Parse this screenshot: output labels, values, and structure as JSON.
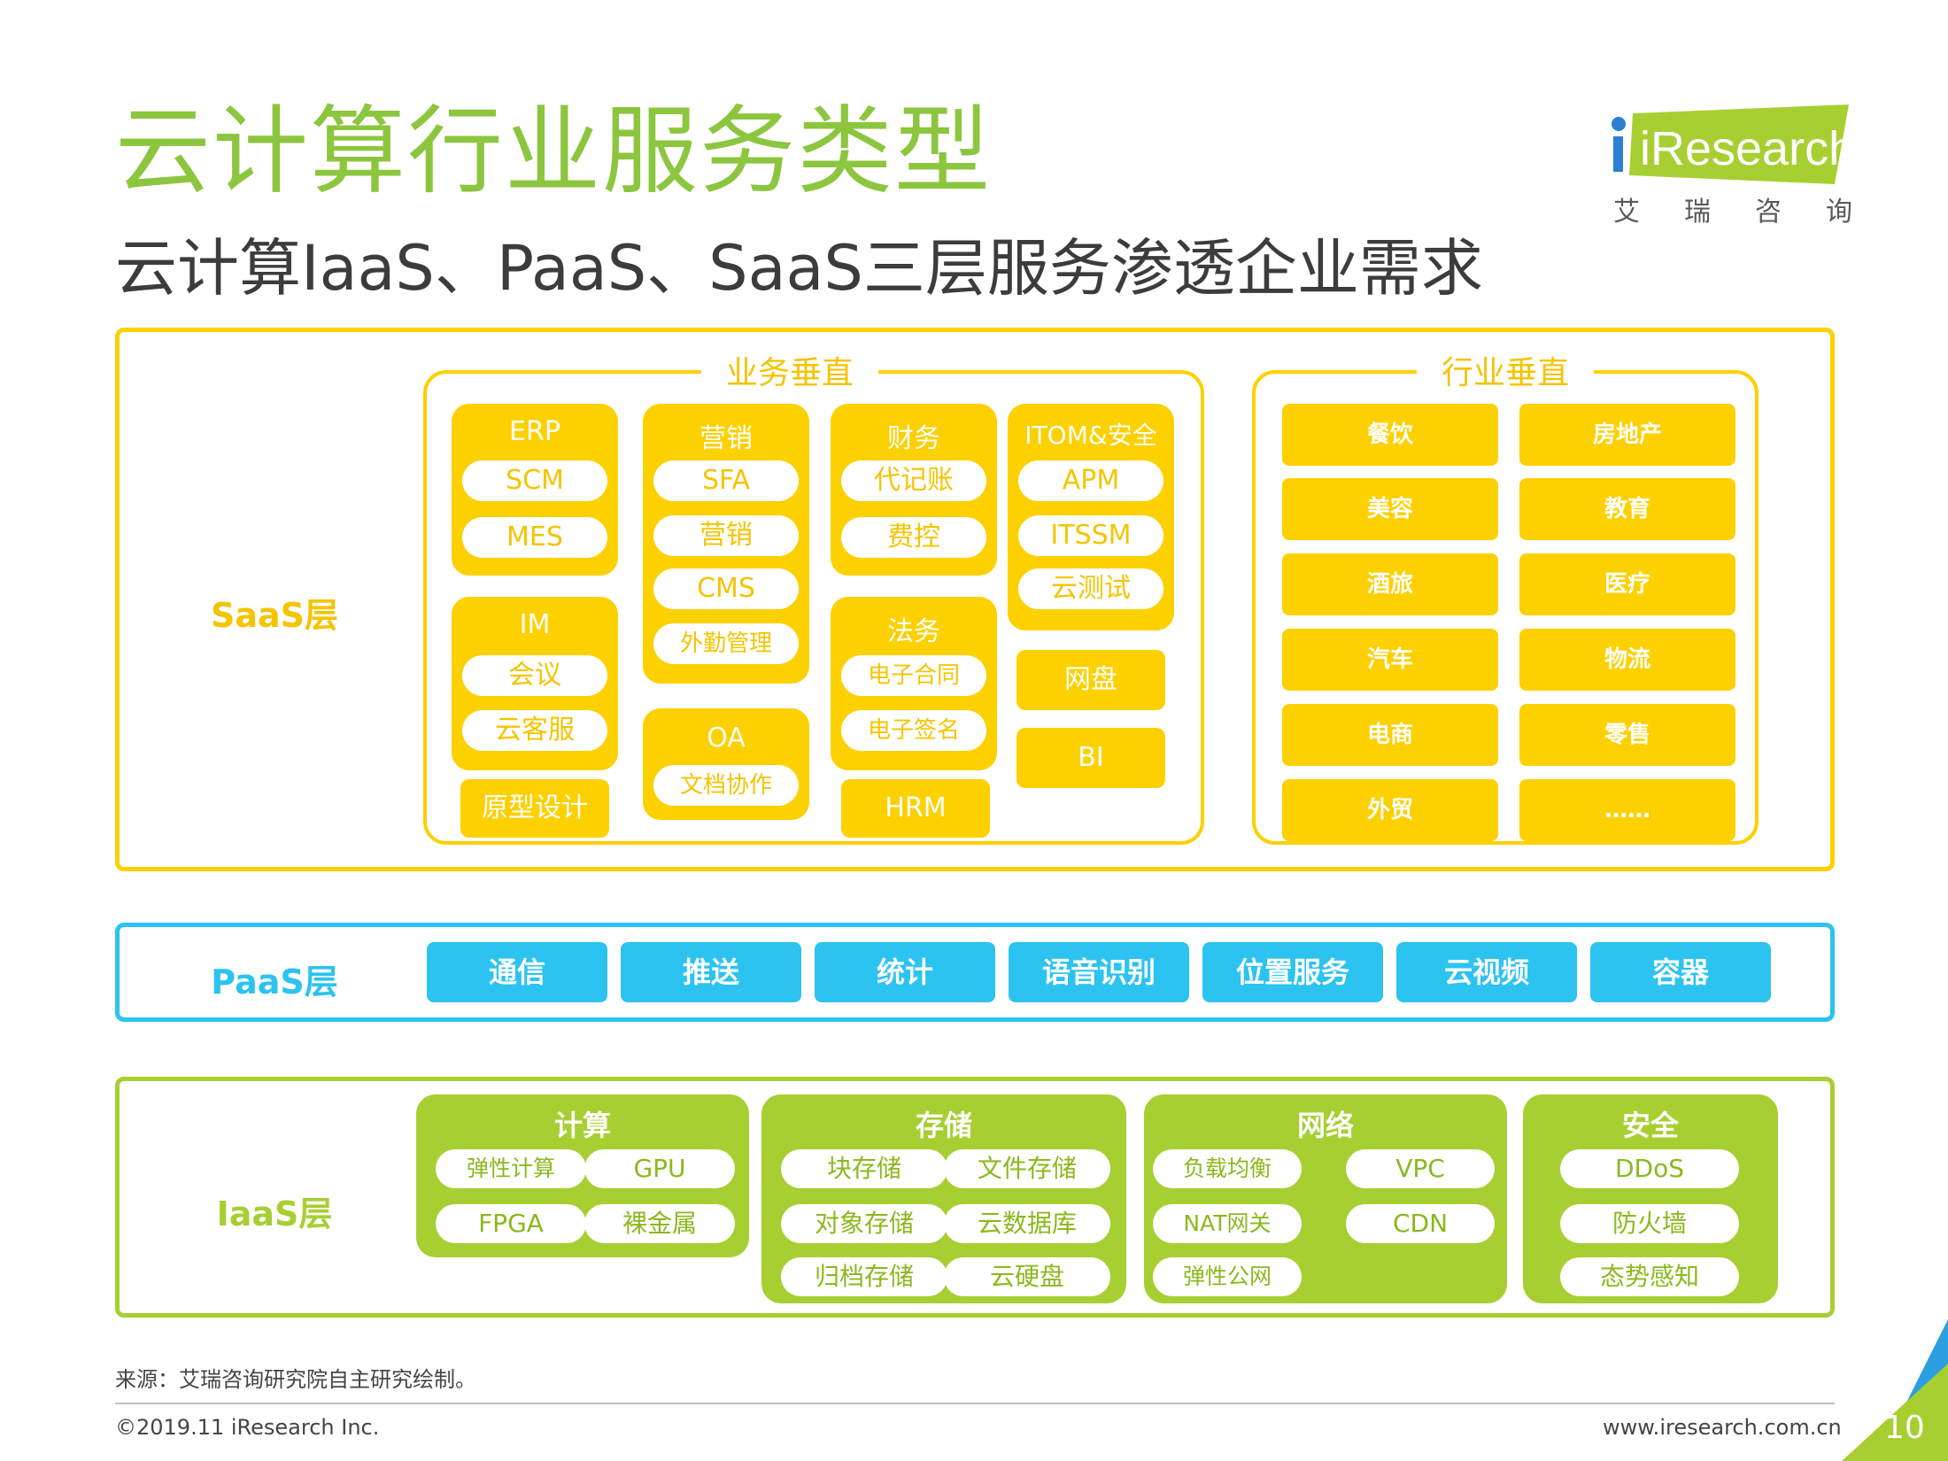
{
  "header": {
    "title": "云计算行业服务类型",
    "subtitle": "云计算IaaS、PaaS、SaaS三层服务渗透企业需求",
    "logo_text": "iResearch",
    "logo_cn": [
      "艾",
      "瑞",
      "咨",
      "询"
    ]
  },
  "colors": {
    "green": "#8cc63f",
    "yellow": "#fdd000",
    "blue": "#2cc3f0",
    "iaas_green": "#a7cf32"
  },
  "saas": {
    "label": "SaaS层",
    "business_title": "业务垂直",
    "industry_title": "行业垂直",
    "erp": {
      "head": "ERP",
      "items": [
        "SCM",
        "MES"
      ]
    },
    "marketing": {
      "head": "营销",
      "items": [
        "SFA",
        "营销",
        "CMS",
        "外勤管理"
      ]
    },
    "finance": {
      "head": "财务",
      "items": [
        "代记账",
        "费控"
      ]
    },
    "itom": {
      "head": "ITOM&安全",
      "items": [
        "APM",
        "ITSSM",
        "云测试"
      ]
    },
    "im": {
      "head": "IM",
      "items": [
        "会议",
        "云客服"
      ]
    },
    "legal": {
      "head": "法务",
      "items": [
        "电子合同",
        "电子签名"
      ]
    },
    "oa": {
      "head": "OA",
      "items": [
        "文档协作"
      ]
    },
    "standalone": [
      "原型设计",
      "HRM",
      "网盘",
      "BI"
    ],
    "industries": [
      "餐饮",
      "房地产",
      "美容",
      "教育",
      "酒旅",
      "医疗",
      "汽车",
      "物流",
      "电商",
      "零售",
      "外贸",
      "……"
    ]
  },
  "paas": {
    "label": "PaaS层",
    "items": [
      "通信",
      "推送",
      "统计",
      "语音识别",
      "位置服务",
      "云视频",
      "容器"
    ]
  },
  "iaas": {
    "label": "IaaS层",
    "groups": [
      {
        "title": "计算",
        "items": [
          "弹性计算",
          "GPU",
          "FPGA",
          "裸金属"
        ]
      },
      {
        "title": "存储",
        "items": [
          "块存储",
          "文件存储",
          "对象存储",
          "云数据库",
          "归档存储",
          "云硬盘"
        ]
      },
      {
        "title": "网络",
        "items": [
          "负载均衡",
          "VPC",
          "NAT网关",
          "CDN",
          "弹性公网"
        ]
      },
      {
        "title": "安全",
        "items": [
          "DDoS",
          "防火墙",
          "态势感知"
        ]
      }
    ]
  },
  "footer": {
    "source": "来源：艾瑞咨询研究院自主研究绘制。",
    "copyright": "©2019.11 iResearch Inc.",
    "website": "www.iresearch.com.cn",
    "page": "10"
  }
}
